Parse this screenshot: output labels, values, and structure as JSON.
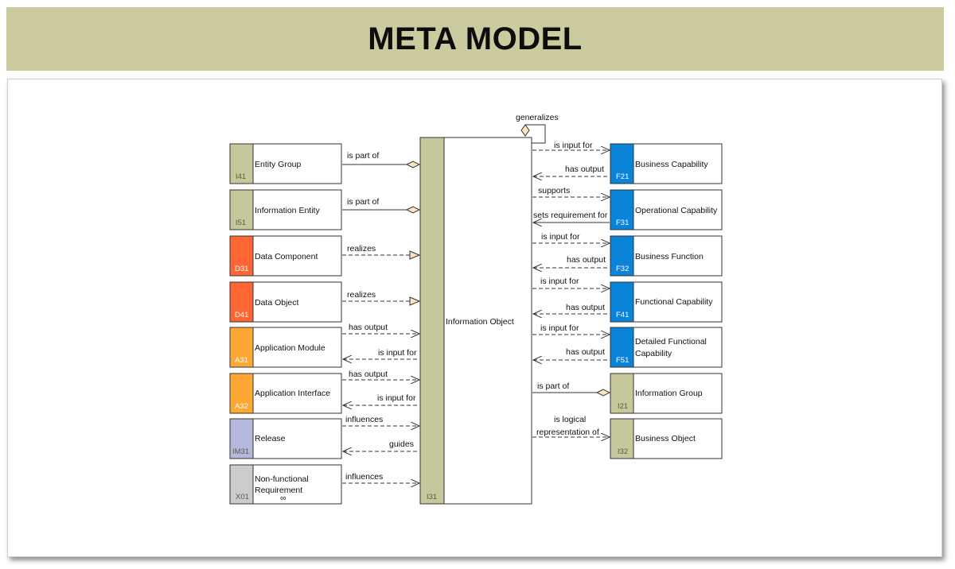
{
  "title": "META MODEL",
  "colors": {
    "banner": "#cbcb9f",
    "information": "#c7c79c",
    "data": "#ff6633",
    "application": "#ffa733",
    "business": "#0a84d9",
    "release": "#b3b9dd",
    "requirement": "#cccccc"
  },
  "center": {
    "name": "Information Object",
    "code": "I31"
  },
  "left_elements": [
    {
      "code": "I41",
      "name": "Entity Group",
      "relation": "is part of"
    },
    {
      "code": "I51",
      "name": "Information Entity",
      "relation": "is part of"
    },
    {
      "code": "D31",
      "name": "Data Component",
      "relation": "realizes"
    },
    {
      "code": "D41",
      "name": "Data Object",
      "relation": "realizes"
    },
    {
      "code": "A31",
      "name": "Application Module",
      "relation": "has output",
      "relation2": "is input for"
    },
    {
      "code": "A32",
      "name": "Application Interface",
      "relation": "has output",
      "relation2": "is input for"
    },
    {
      "code": "IM31",
      "name": "Release",
      "relation": "influences",
      "relation2": "guides"
    },
    {
      "code": "X01",
      "name": "Non-functional Requirement",
      "name_line1": "Non-functional",
      "name_line2": "Requirement",
      "relation": "influences",
      "icon": "infinity-icon"
    }
  ],
  "right_elements": [
    {
      "code": "F21",
      "name": "Business Capability",
      "relation": "is input for",
      "relation2": "has output"
    },
    {
      "code": "F31",
      "name": "Operational Capability",
      "relation": "supports",
      "relation2": "sets requirement for"
    },
    {
      "code": "F32",
      "name": "Business Function",
      "relation": "is input for",
      "relation2": "has output"
    },
    {
      "code": "F41",
      "name": "Functional Capability",
      "relation": "is input for",
      "relation2": "has output"
    },
    {
      "code": "F51",
      "name": "Detailed Functional Capability",
      "name_line1": "Detailed Functional",
      "name_line2": "Capability",
      "relation": "is input for",
      "relation2": "has output"
    },
    {
      "code": "I21",
      "name": "Information Group",
      "relation": "is part of"
    },
    {
      "code": "I32",
      "name": "Business Object",
      "relation": "is logical representation of",
      "relation_line1": "is logical",
      "relation_line2": "representation of"
    }
  ],
  "self_relation": "generalizes"
}
